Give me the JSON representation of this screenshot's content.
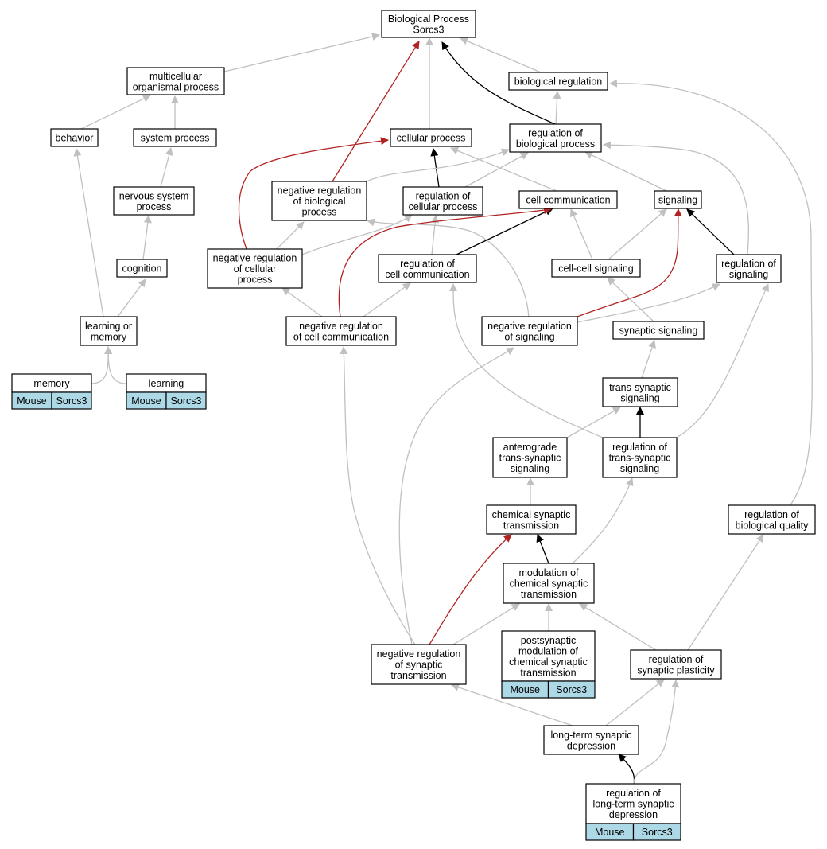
{
  "colors": {
    "is_a": "#c0c0c0",
    "regulates": "#000000",
    "negatively_regulates": "#b22222",
    "annotation_fill": "#add8e6"
  },
  "nodes": {
    "bp": {
      "lines": [
        "Biological Process",
        "Sorcs3"
      ]
    },
    "multi": {
      "lines": [
        "multicellular",
        "organismal process"
      ]
    },
    "bioreg": {
      "lines": [
        "biological regulation"
      ]
    },
    "behavior": {
      "lines": [
        "behavior"
      ]
    },
    "sysproc": {
      "lines": [
        "system process"
      ]
    },
    "cellproc": {
      "lines": [
        "cellular process"
      ]
    },
    "regbp": {
      "lines": [
        "regulation of",
        "biological process"
      ]
    },
    "nervsys": {
      "lines": [
        "nervous system",
        "process"
      ]
    },
    "negregbp": {
      "lines": [
        "negative regulation",
        "of biological",
        "process"
      ]
    },
    "regcp": {
      "lines": [
        "regulation of",
        "cellular process"
      ]
    },
    "cellcomm": {
      "lines": [
        "cell communication"
      ]
    },
    "signaling": {
      "lines": [
        "signaling"
      ]
    },
    "cognition": {
      "lines": [
        "cognition"
      ]
    },
    "negregcp": {
      "lines": [
        "negative regulation",
        "of cellular",
        "process"
      ]
    },
    "regcc": {
      "lines": [
        "regulation of",
        "cell communication"
      ]
    },
    "ccsig": {
      "lines": [
        "cell-cell signaling"
      ]
    },
    "regsig": {
      "lines": [
        "regulation of",
        "signaling"
      ]
    },
    "learnmem": {
      "lines": [
        "learning or",
        "memory"
      ]
    },
    "negregcc": {
      "lines": [
        "negative regulation",
        "of cell communication"
      ]
    },
    "negregsig": {
      "lines": [
        "negative regulation",
        "of signaling"
      ]
    },
    "synsig": {
      "lines": [
        "synaptic signaling"
      ]
    },
    "memory": {
      "lines": [
        "memory"
      ],
      "annotation": [
        "Mouse",
        "Sorcs3"
      ]
    },
    "learning": {
      "lines": [
        "learning"
      ],
      "annotation": [
        "Mouse",
        "Sorcs3"
      ]
    },
    "transsyn": {
      "lines": [
        "trans-synaptic",
        "signaling"
      ]
    },
    "antero": {
      "lines": [
        "anterograde",
        "trans-synaptic",
        "signaling"
      ]
    },
    "regts": {
      "lines": [
        "regulation of",
        "trans-synaptic",
        "signaling"
      ]
    },
    "chemsyn": {
      "lines": [
        "chemical synaptic",
        "transmission"
      ]
    },
    "regbq": {
      "lines": [
        "regulation of",
        "biological quality"
      ]
    },
    "modchem": {
      "lines": [
        "modulation of",
        "chemical synaptic",
        "transmission"
      ]
    },
    "negregst": {
      "lines": [
        "negative regulation",
        "of synaptic",
        "transmission"
      ]
    },
    "postsyn": {
      "lines": [
        "postsynaptic",
        "modulation of",
        "chemical synaptic",
        "transmission"
      ],
      "annotation": [
        "Mouse",
        "Sorcs3"
      ]
    },
    "regsp": {
      "lines": [
        "regulation of",
        "synaptic plasticity"
      ]
    },
    "ltd": {
      "lines": [
        "long-term synaptic",
        "depression"
      ]
    },
    "regltd": {
      "lines": [
        "regulation of",
        "long-term synaptic",
        "depression"
      ],
      "annotation": [
        "Mouse",
        "Sorcs3"
      ]
    }
  },
  "edges": [
    {
      "from": "multi",
      "to": "bp",
      "type": "is_a"
    },
    {
      "from": "bioreg",
      "to": "bp",
      "type": "is_a"
    },
    {
      "from": "cellproc",
      "to": "bp",
      "type": "is_a"
    },
    {
      "from": "regbp",
      "to": "bp",
      "type": "regulates"
    },
    {
      "from": "negregbp",
      "to": "bp",
      "type": "negatively_regulates"
    },
    {
      "from": "behavior",
      "to": "multi",
      "type": "is_a"
    },
    {
      "from": "sysproc",
      "to": "multi",
      "type": "is_a"
    },
    {
      "from": "regbp",
      "to": "bioreg",
      "type": "is_a"
    },
    {
      "from": "regbq",
      "to": "bioreg",
      "type": "is_a"
    },
    {
      "from": "nervsys",
      "to": "sysproc",
      "type": "is_a"
    },
    {
      "from": "cognition",
      "to": "nervsys",
      "type": "is_a"
    },
    {
      "from": "learnmem",
      "to": "cognition",
      "type": "is_a"
    },
    {
      "from": "learnmem",
      "to": "behavior",
      "type": "is_a"
    },
    {
      "from": "memory",
      "to": "learnmem",
      "type": "is_a"
    },
    {
      "from": "learning",
      "to": "learnmem",
      "type": "is_a"
    },
    {
      "from": "regcp",
      "to": "cellproc",
      "type": "regulates"
    },
    {
      "from": "negregcp",
      "to": "cellproc",
      "type": "negatively_regulates"
    },
    {
      "from": "cellcomm",
      "to": "cellproc",
      "type": "is_a"
    },
    {
      "from": "negregbp",
      "to": "regbp",
      "type": "is_a"
    },
    {
      "from": "regcp",
      "to": "regbp",
      "type": "is_a"
    },
    {
      "from": "signaling",
      "to": "regbp",
      "type": "is_a"
    },
    {
      "from": "regsig",
      "to": "regbp",
      "type": "is_a"
    },
    {
      "from": "negregcp",
      "to": "negregbp",
      "type": "is_a"
    },
    {
      "from": "negregcp",
      "to": "regcp",
      "type": "is_a"
    },
    {
      "from": "regcc",
      "to": "regcp",
      "type": "is_a"
    },
    {
      "from": "negregsig",
      "to": "negregbp",
      "type": "is_a"
    },
    {
      "from": "regcc",
      "to": "cellcomm",
      "type": "regulates"
    },
    {
      "from": "negregcc",
      "to": "cellcomm",
      "type": "negatively_regulates"
    },
    {
      "from": "ccsig",
      "to": "cellcomm",
      "type": "is_a"
    },
    {
      "from": "ccsig",
      "to": "signaling",
      "type": "is_a"
    },
    {
      "from": "regsig",
      "to": "signaling",
      "type": "regulates"
    },
    {
      "from": "negregsig",
      "to": "signaling",
      "type": "negatively_regulates"
    },
    {
      "from": "negregcc",
      "to": "negregcp",
      "type": "is_a"
    },
    {
      "from": "negregcc",
      "to": "regcc",
      "type": "is_a"
    },
    {
      "from": "negregsig",
      "to": "regsig",
      "type": "is_a"
    },
    {
      "from": "synsig",
      "to": "ccsig",
      "type": "is_a"
    },
    {
      "from": "transsyn",
      "to": "synsig",
      "type": "is_a"
    },
    {
      "from": "antero",
      "to": "transsyn",
      "type": "is_a"
    },
    {
      "from": "regts",
      "to": "transsyn",
      "type": "regulates"
    },
    {
      "from": "regts",
      "to": "regcc",
      "type": "is_a"
    },
    {
      "from": "regts",
      "to": "regsig",
      "type": "is_a"
    },
    {
      "from": "chemsyn",
      "to": "antero",
      "type": "is_a"
    },
    {
      "from": "modchem",
      "to": "chemsyn",
      "type": "regulates"
    },
    {
      "from": "modchem",
      "to": "regts",
      "type": "is_a"
    },
    {
      "from": "negregst",
      "to": "chemsyn",
      "type": "negatively_regulates"
    },
    {
      "from": "negregst",
      "to": "modchem",
      "type": "is_a"
    },
    {
      "from": "negregst",
      "to": "negregcc",
      "type": "is_a"
    },
    {
      "from": "negregst",
      "to": "negregsig",
      "type": "is_a"
    },
    {
      "from": "postsyn",
      "to": "modchem",
      "type": "is_a"
    },
    {
      "from": "regsp",
      "to": "modchem",
      "type": "is_a"
    },
    {
      "from": "regsp",
      "to": "regbq",
      "type": "is_a"
    },
    {
      "from": "ltd",
      "to": "negregst",
      "type": "is_a"
    },
    {
      "from": "ltd",
      "to": "regsp",
      "type": "is_a"
    },
    {
      "from": "regltd",
      "to": "ltd",
      "type": "regulates"
    },
    {
      "from": "regltd",
      "to": "regsp",
      "type": "is_a"
    }
  ]
}
